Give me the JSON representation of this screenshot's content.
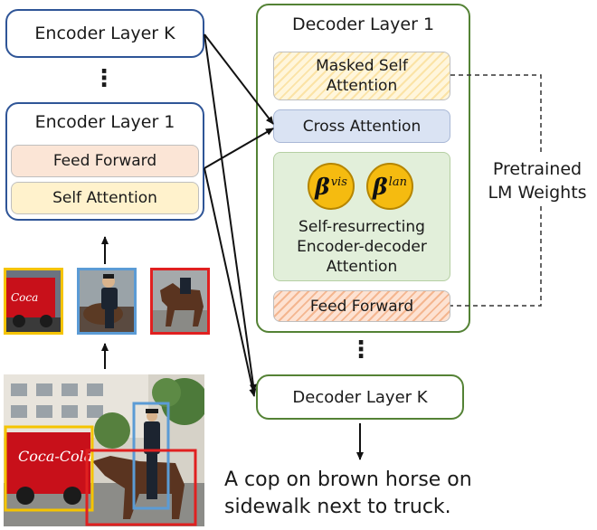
{
  "encoder": {
    "layer_k": "Encoder Layer K",
    "layer_1": "Encoder Layer 1",
    "feed_forward": "Feed Forward",
    "self_attention": "Self Attention",
    "ellipsis": "⋮"
  },
  "decoder": {
    "layer_1": "Decoder Layer 1",
    "masked_self_line1": "Masked Self",
    "masked_self_line2": "Attention",
    "cross_attention": "Cross Attention",
    "beta_vis_symbol": "β",
    "beta_vis_sup": "vis",
    "beta_lan_symbol": "β",
    "beta_lan_sup": "lan",
    "sr_line1": "Self-resurrecting",
    "sr_line2": "Encoder-decoder",
    "sr_line3": "Attention",
    "feed_forward": "Feed Forward",
    "ellipsis": "⋮",
    "layer_k": "Decoder Layer K"
  },
  "pretrained": {
    "line1": "Pretrained",
    "line2": "LM Weights"
  },
  "caption": {
    "line1": "A cop on brown horse on",
    "line2": "sidewalk next to truck."
  },
  "colors": {
    "encoder_border": "#2f5597",
    "decoder_border": "#548235",
    "feed_forward_fill": "#fbe5d6",
    "self_attention_fill": "#fff2cc",
    "cross_attention_fill": "#dae3f3",
    "sr_fill": "#e2efda",
    "beta_fill": "#f5bb10",
    "crop_yellow": "#f5c400",
    "crop_blue": "#5b9bd5",
    "crop_red": "#e02020"
  },
  "icons": {
    "crop_truck": "truck-crop-icon",
    "crop_officer": "officer-crop-icon",
    "crop_horse": "horse-crop-icon",
    "scene": "street-scene-icon"
  }
}
